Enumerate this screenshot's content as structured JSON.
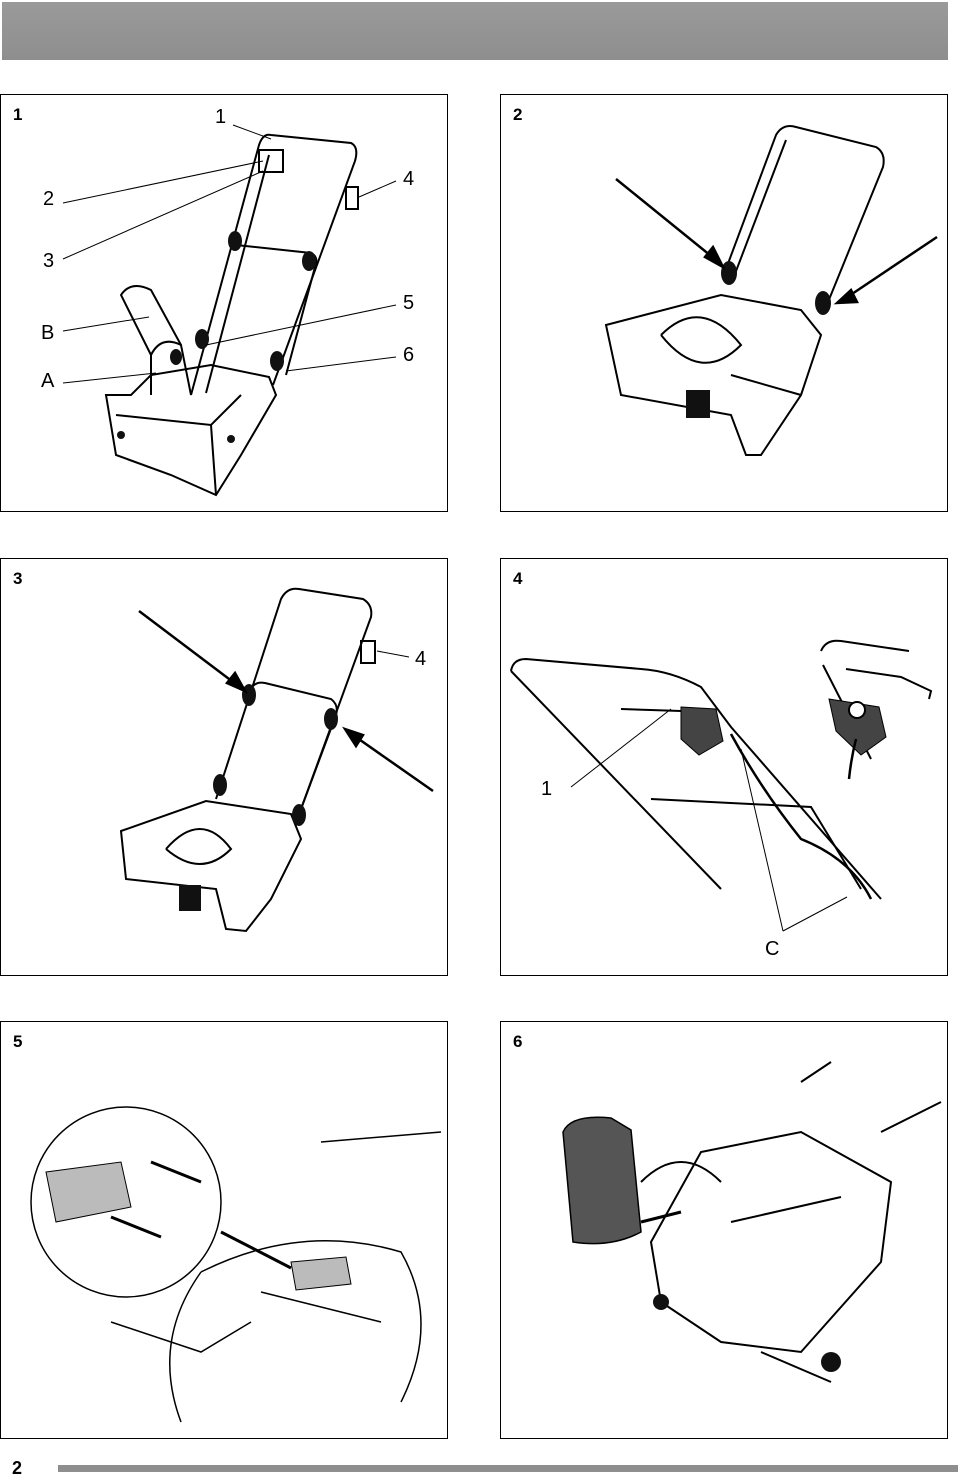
{
  "page": {
    "page_number": "2"
  },
  "figures": [
    {
      "number": "1",
      "callouts": [
        "1",
        "2",
        "3",
        "4",
        "B",
        "5",
        "A",
        "6"
      ]
    },
    {
      "number": "2",
      "callouts": []
    },
    {
      "number": "3",
      "callouts": [
        "4"
      ]
    },
    {
      "number": "4",
      "callouts": [
        "1",
        "C"
      ]
    },
    {
      "number": "5",
      "callouts": []
    },
    {
      "number": "6",
      "callouts": []
    }
  ]
}
